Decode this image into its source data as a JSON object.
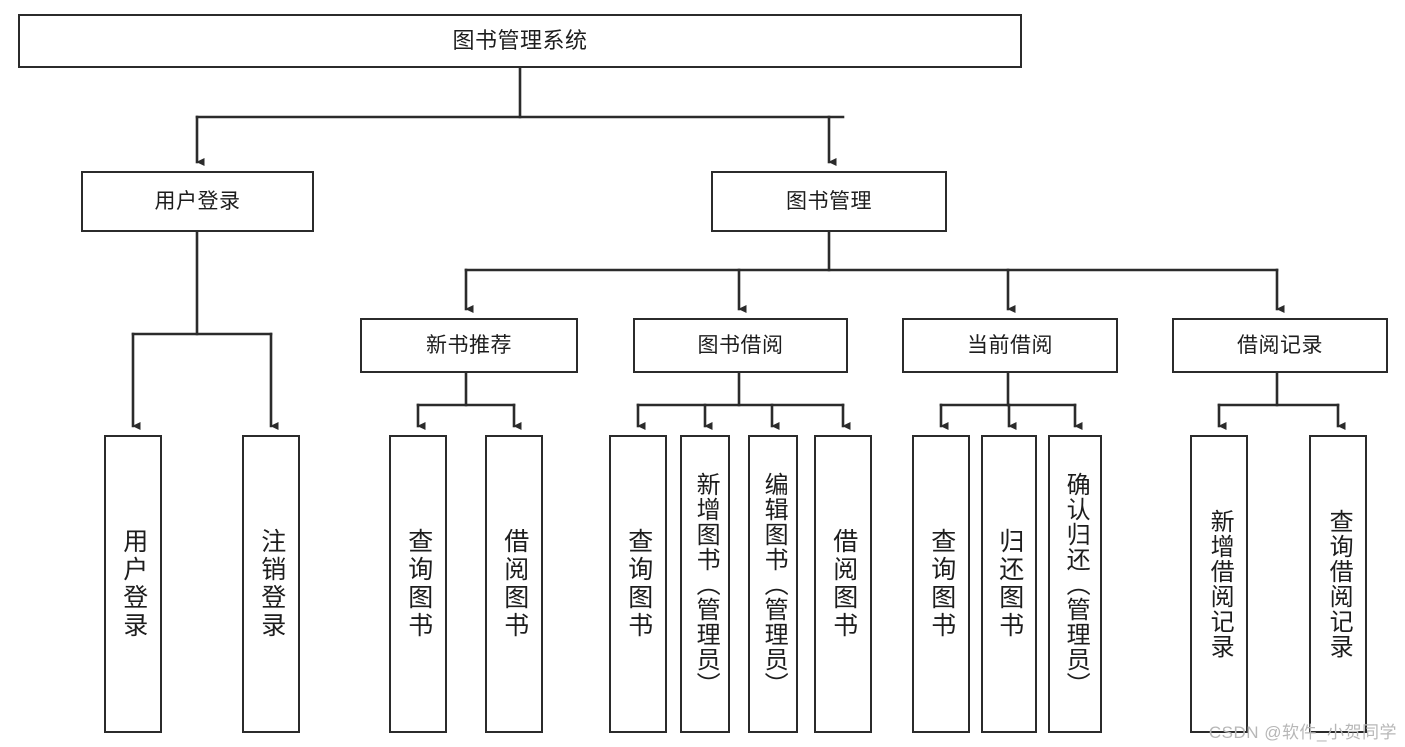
{
  "diagram": {
    "type": "hierarchy-tree",
    "title": "图书管理系统",
    "root": {
      "id": "root",
      "label": "图书管理系统"
    },
    "level2": [
      {
        "id": "user-login",
        "label": "用户登录"
      },
      {
        "id": "book-management",
        "label": "图书管理"
      }
    ],
    "level3": [
      {
        "id": "new-book-recommend",
        "label": "新书推荐",
        "parent": "book-management"
      },
      {
        "id": "book-borrow",
        "label": "图书借阅",
        "parent": "book-management"
      },
      {
        "id": "current-borrow",
        "label": "当前借阅",
        "parent": "book-management"
      },
      {
        "id": "borrow-record",
        "label": "借阅记录",
        "parent": "book-management"
      }
    ],
    "leaves": [
      {
        "id": "leaf-user-login",
        "label": "用户登录",
        "parent": "user-login"
      },
      {
        "id": "leaf-logout-login",
        "label": "注销登录",
        "parent": "user-login"
      },
      {
        "id": "leaf-query-book-1",
        "label": "查询图书",
        "parent": "new-book-recommend"
      },
      {
        "id": "leaf-borrow-book-1",
        "label": "借阅图书",
        "parent": "new-book-recommend"
      },
      {
        "id": "leaf-query-book-2",
        "label": "查询图书",
        "parent": "book-borrow"
      },
      {
        "id": "leaf-add-book-admin",
        "label": "新增图书（管理员）",
        "parent": "book-borrow"
      },
      {
        "id": "leaf-edit-book-admin",
        "label": "编辑图书（管理员）",
        "parent": "book-borrow"
      },
      {
        "id": "leaf-borrow-book-2",
        "label": "借阅图书",
        "parent": "book-borrow"
      },
      {
        "id": "leaf-query-book-3",
        "label": "查询图书",
        "parent": "current-borrow"
      },
      {
        "id": "leaf-return-book",
        "label": "归还图书",
        "parent": "current-borrow"
      },
      {
        "id": "leaf-confirm-return-admin",
        "label": "确认归还（管理员）",
        "parent": "current-borrow"
      },
      {
        "id": "leaf-add-borrow-record",
        "label": "新增借阅记录",
        "parent": "borrow-record"
      },
      {
        "id": "leaf-query-borrow-record",
        "label": "查询借阅记录",
        "parent": "borrow-record"
      }
    ]
  },
  "watermark": {
    "text": "CSDN @软件_小贺同学"
  },
  "colors": {
    "border": "#2b2b2b",
    "background": "#ffffff",
    "text": "#1d1d1d",
    "watermark": "#b7b7b7"
  }
}
